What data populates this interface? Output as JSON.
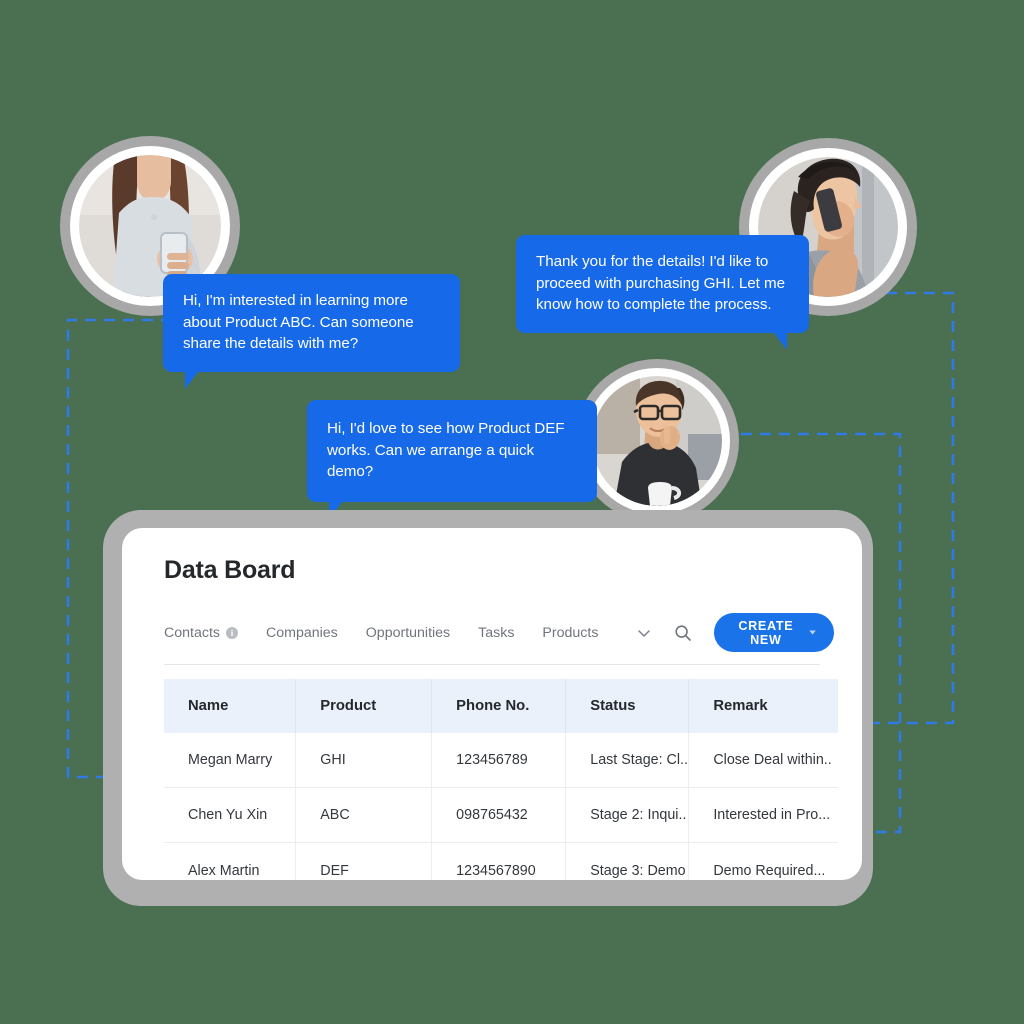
{
  "theme": {
    "background": "#4a7051",
    "bubble_blue": "#1669e8",
    "accent_blue": "#1a73e8",
    "dash_blue": "#2f7ae5",
    "frame_gray": "#b0b0b0",
    "card_white": "#ffffff",
    "table_header_bg": "#eaf1fb"
  },
  "conversation": {
    "messages": [
      {
        "id": "msg-product-abc",
        "text": "Hi, I'm interested in learning more about Product ABC. Can someone share the details with me?",
        "sender": "left-avatar-woman-phone",
        "tail": "left"
      },
      {
        "id": "msg-purchase-ghi",
        "text": "Thank you for the details! I'd like to proceed with purchasing GHI. Let me know how to complete the process.",
        "sender": "right-avatar-woman-calling",
        "tail": "right"
      },
      {
        "id": "msg-demo-def",
        "text": "Hi, I'd love to see how Product DEF works. Can we arrange a quick demo?",
        "sender": "center-avatar-man-glasses",
        "tail": "left"
      }
    ],
    "avatars": [
      {
        "id": "avatar-woman-phone",
        "alt": "woman holding smartphone"
      },
      {
        "id": "avatar-woman-calling",
        "alt": "woman talking on mobile phone"
      },
      {
        "id": "avatar-man-glasses",
        "alt": "man with glasses at desk with mug"
      }
    ]
  },
  "app": {
    "title": "Data Board",
    "tabs": [
      {
        "label": "Contacts",
        "has_info_icon": true,
        "active": true
      },
      {
        "label": "Companies",
        "has_info_icon": false,
        "active": false
      },
      {
        "label": "Opportunities",
        "has_info_icon": false,
        "active": false
      },
      {
        "label": "Tasks",
        "has_info_icon": false,
        "active": false
      },
      {
        "label": "Products",
        "has_info_icon": false,
        "active": false
      }
    ],
    "toolbar": {
      "more_tabs_icon": "chevron-down-icon",
      "search_icon": "search-icon",
      "create_label": "CREATE NEW",
      "create_caret_icon": "caret-down-icon"
    },
    "table": {
      "columns": [
        "Name",
        "Product",
        "Phone No.",
        "Status",
        "Remark"
      ],
      "rows": [
        {
          "name": "Megan Marry",
          "product": "GHI",
          "phone": "123456789",
          "status": "Last Stage: Cl..",
          "remark": "Close Deal within.."
        },
        {
          "name": "Chen Yu Xin",
          "product": "ABC",
          "phone": "098765432",
          "status": "Stage 2: Inqui..",
          "remark": "Interested in Pro..."
        },
        {
          "name": "Alex Martin",
          "product": "DEF",
          "phone": "1234567890",
          "status": "Stage 3: Demo",
          "remark": "Demo Required..."
        }
      ]
    }
  }
}
